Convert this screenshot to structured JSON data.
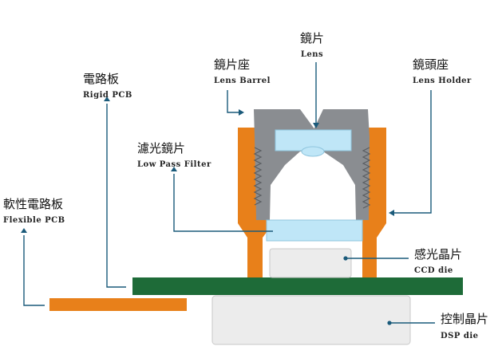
{
  "labels": {
    "lens": {
      "zh": "鏡片",
      "en": "Lens"
    },
    "lens_barrel": {
      "zh": "鏡片座",
      "en": "Lens Barrel"
    },
    "lens_holder": {
      "zh": "鏡頭座",
      "en": "Lens Holder"
    },
    "rigid_pcb": {
      "zh": "電路板",
      "en": "Rigid PCB"
    },
    "lp_filter": {
      "zh": "濾光鏡片",
      "en": "Low Pass Filter"
    },
    "flex_pcb": {
      "zh": "軟性電路板",
      "en": "Flexible PCB"
    },
    "ccd": {
      "zh": "感光晶片",
      "en": "CCD die"
    },
    "dsp": {
      "zh": "控制晶片",
      "en": "DSP die"
    }
  },
  "colors": {
    "holder": "#e8801a",
    "barrel": "#8a8d91",
    "lens": "#bfe6f7",
    "pcb": "#1e6b38",
    "chip": "#ececec",
    "leader": "#1a5a7a"
  }
}
